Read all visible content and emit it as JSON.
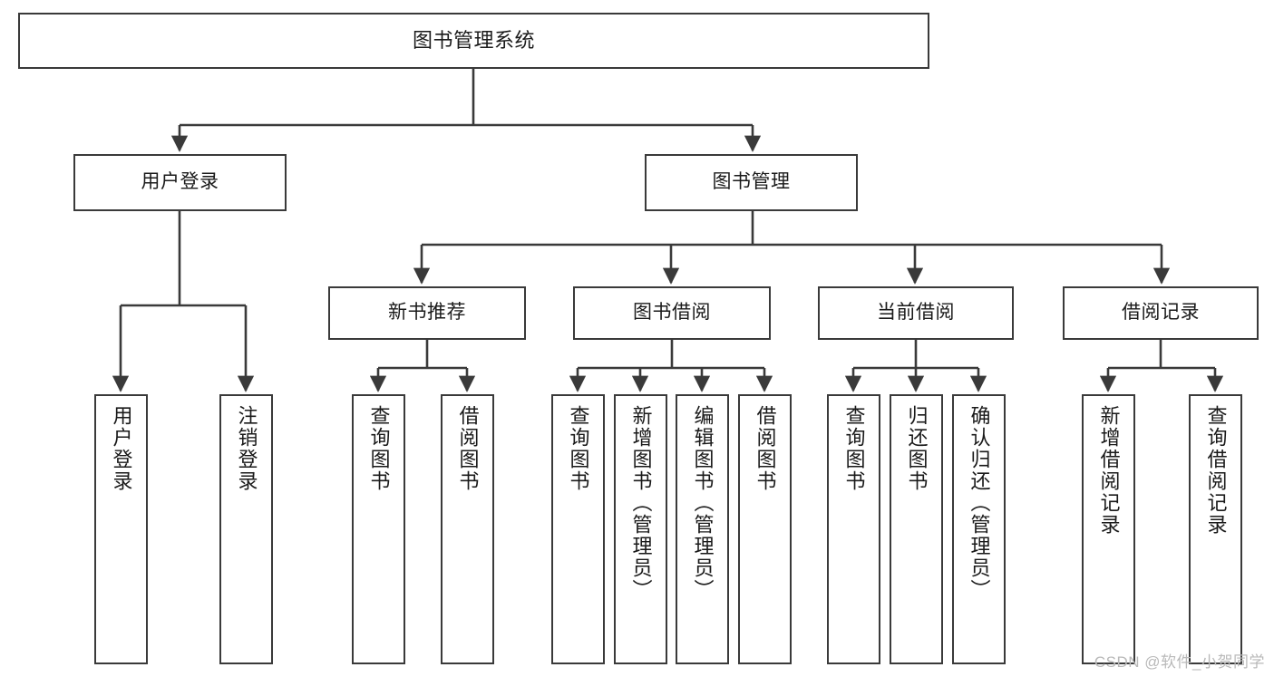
{
  "diagram": {
    "title": "图书管理系统",
    "type": "hierarchy-tree",
    "line_color": "#3a3a3a",
    "box_fill": "#ffffff",
    "text_color": "#1a1a1a",
    "nodes": {
      "root": {
        "label": "图书管理系统"
      },
      "l2": [
        {
          "label": "用户登录"
        },
        {
          "label": "图书管理"
        }
      ],
      "l3": [
        {
          "label": "新书推荐"
        },
        {
          "label": "图书借阅"
        },
        {
          "label": "当前借阅"
        },
        {
          "label": "借阅记录"
        }
      ],
      "leaves": {
        "user_login": [
          {
            "label": "用户登录"
          },
          {
            "label": "注销登录"
          }
        ],
        "new_book": [
          {
            "label": "查询图书"
          },
          {
            "label": "借阅图书"
          }
        ],
        "book_borrow": [
          {
            "label": "查询图书"
          },
          {
            "label": "新增图书（管理员）"
          },
          {
            "label": "编辑图书（管理员）"
          },
          {
            "label": "借阅图书"
          }
        ],
        "current_borrow": [
          {
            "label": "查询图书"
          },
          {
            "label": "归还图书"
          },
          {
            "label": "确认归还（管理员）"
          }
        ],
        "borrow_record": [
          {
            "label": "新增借阅记录"
          },
          {
            "label": "查询借阅记录"
          }
        ]
      }
    }
  },
  "watermark": {
    "text": "CSDN @软件_小贺同学"
  }
}
